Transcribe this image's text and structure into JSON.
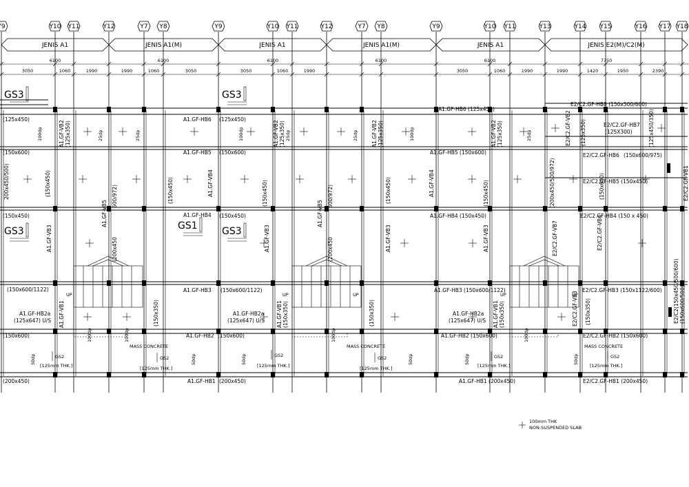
{
  "grid_labels": [
    "Y9",
    "Y10",
    "Y11",
    "Y12",
    "Y7",
    "Y8",
    "Y9",
    "Y10",
    "Y11",
    "Y12",
    "Y7",
    "Y8",
    "Y9",
    "Y10",
    "Y11",
    "Y13",
    "Y14",
    "Y15",
    "Y16",
    "Y17",
    "Y18"
  ],
  "type_bands": [
    "JENIS  A1",
    "JENIS  A1(M)",
    "JENIS  A1",
    "JENIS  A1(M)",
    "JENIS  A1",
    "JENIS  E2(M)/C2(M)"
  ],
  "band_totals": [
    "6100",
    "6100",
    "6100",
    "6100",
    "6100",
    "7750"
  ],
  "spans": [
    "3050",
    "1060",
    "1990",
    "1990",
    "1060",
    "3050",
    "3050",
    "1060",
    "1990",
    "3050",
    "1060",
    "1990",
    "1990",
    "1420",
    "1950",
    "2390"
  ],
  "section_marks": [
    "GS3",
    "GS3",
    "GS3",
    "GS1",
    "GS3"
  ],
  "beam_labels": [
    "(125x450)",
    "A1.GF-HB6",
    "(125x450)",
    "A1.GF-HB6  (125x450)",
    "E2/C2.GF-HB8 (150x500/600)",
    "(150x600)",
    "A1.GF-HB5",
    "(150x600)",
    "A1.GF-HB5  (150x600)",
    "E2/C2.GF-HB6",
    "(150x600/975)",
    "E2/C2.GF-HB5 (150x450)",
    "(150x450)",
    "A1.GF-HB4",
    "(150x450)",
    "A1.GF-HB4  (150x450)",
    "E2/C2.GF-HB4 (150 x 450)",
    "(150x600/1122)",
    "A1.GF-HB3",
    "(150x600/1122)",
    "A1.GF-HB3  (150x600/1122)",
    "E2/C2.GF-HB3 (150x1122/600)",
    "A1.GF-HB2a",
    "(125x647) U/S",
    "A1.GF-HB2a",
    "(125x647) U/S",
    "A1.GF-HB2a",
    "(125x647) U/S",
    "(150x600)",
    "A1.GF-HB2",
    "(150x600)",
    "A1.GF-HB2  (150x600)",
    "E2/C2.GF-HB2  (150x600)",
    "(200x450)",
    "A1.GF-HB1",
    "(200x450)",
    "A1.GF-HB1  (200x450)",
    "E2/C2.GF-HB1  (200x450)",
    "E2/C2.GF-HB7",
    "(125X300)"
  ],
  "vertical_beam_labels": [
    "A1.GF-VB2",
    "(125x350)",
    "200x450/500)",
    "(150x450)",
    "A1.GF-VB3",
    "A1.GF-VB5",
    "(200x450",
    "500/972)",
    "(150x450)",
    "A1.GF-VB4",
    "A1.GF-VB1",
    "(150x350)",
    "E2/C2.GF-VB2",
    "(125x350)",
    "E2/C2.GF-VB7",
    "(200x450/500/972)",
    "(150x600)",
    "E2/C2.GF-VB4",
    "E2/C2.GF-VB1",
    "(150x600/500)",
    "E2/C2(150x450/500/600)",
    "E2/C2.GF-VB3",
    "(150x350)",
    "(125x450/350)"
  ],
  "slab_marks": [
    "100dp",
    "25dp",
    "50dp",
    "GS2",
    "[125mm THK.]",
    "UP",
    "MASS CONCRETE"
  ],
  "legend": {
    "line1": "100mm THK",
    "line2": "NON-SUSPENDED SLAB"
  },
  "colors": {
    "ink": "#000000",
    "paper": "#ffffff"
  }
}
